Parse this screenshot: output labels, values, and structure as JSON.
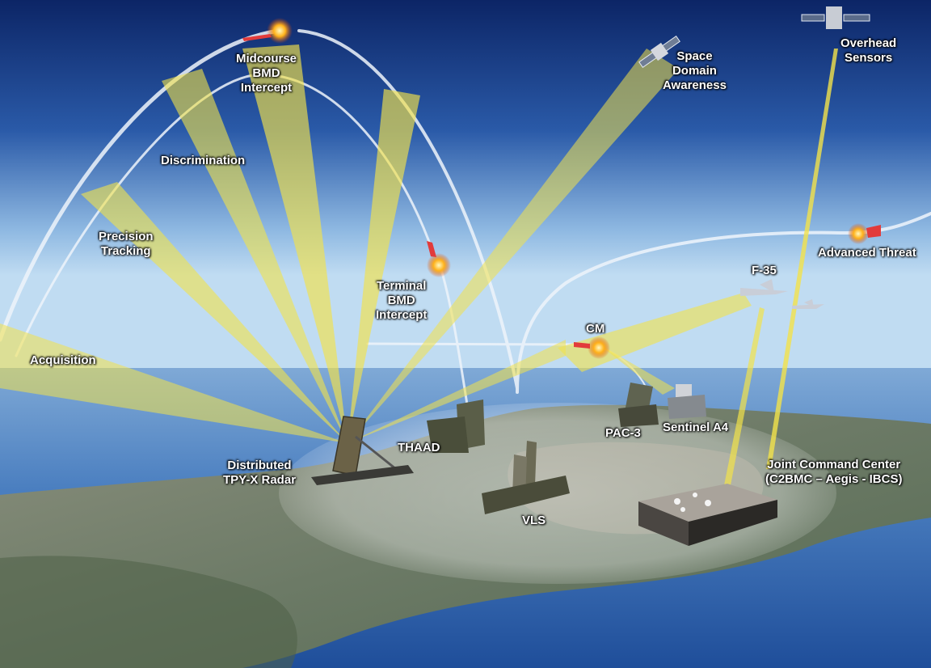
{
  "labels": {
    "midcourse": "Midcourse\nBMD\nIntercept",
    "discrimination": "Discrimination",
    "precision_tracking": "Precision\nTracking",
    "acquisition": "Acquisition",
    "terminal": "Terminal\nBMD\nIntercept",
    "space_domain": "Space\nDomain\nAwareness",
    "overhead_sensors": "Overhead\nSensors",
    "advanced_threat": "Advanced Threat",
    "f35": "F-35",
    "cm": "CM",
    "pac3": "PAC-3",
    "sentinel": "Sentinel A4",
    "thaad": "THAAD",
    "radar": "Distributed\nTPY-X Radar",
    "vls": "VLS",
    "jcc": "Joint Command Center\n(C2BMC – Aegis - IBCS)"
  },
  "colors": {
    "sky_top": "#0c2566",
    "sky_horizon": "#b3d3ee",
    "sea": "#3e74b8",
    "land": "#6b7d6a",
    "beam": "#f2e24a",
    "trajectory": "#eef4fb",
    "coverage_dome": "#ffffff",
    "label_text": "#ffffff"
  },
  "icons": [
    "explosion-icon",
    "missile-icon",
    "satellite-icon",
    "jet-icon",
    "radar-icon",
    "launcher-icon",
    "building-icon"
  ]
}
